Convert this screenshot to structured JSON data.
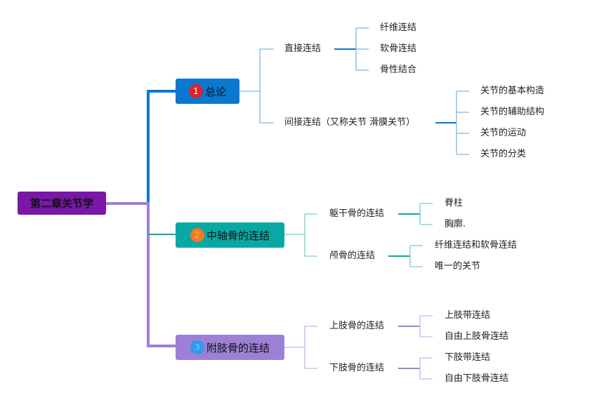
{
  "root": {
    "label": "第二章关节学"
  },
  "categories": [
    {
      "marker": "1",
      "label": "总论",
      "color": "#0a78d1",
      "children": [
        {
          "label": "直接连结",
          "children": [
            "纤维连结",
            "软骨连结",
            "骨性结合"
          ]
        },
        {
          "label": "间接连结（又称关节 滑膜关节）",
          "children": [
            "关节的基本构造",
            "关节的辅助结构",
            "关节的运动",
            "关节的分类"
          ]
        }
      ]
    },
    {
      "marker": "2",
      "label": "中轴骨的连结",
      "color": "#08a9a4",
      "children": [
        {
          "label": "躯干骨的连结",
          "children": [
            "脊柱",
            "胸廓."
          ]
        },
        {
          "label": "颅骨的连结",
          "children": [
            "纤维连结和软骨连结",
            "唯一的关节"
          ]
        }
      ]
    },
    {
      "marker": "3",
      "label": "附肢骨的连结",
      "color": "#9d80d6",
      "children": [
        {
          "label": "上肢骨的连结",
          "children": [
            "上肢带连结",
            "自由上肢骨连结"
          ]
        },
        {
          "label": "下肢骨的连结",
          "children": [
            "下肢带连结",
            "自由下肢骨连结"
          ]
        }
      ]
    }
  ]
}
